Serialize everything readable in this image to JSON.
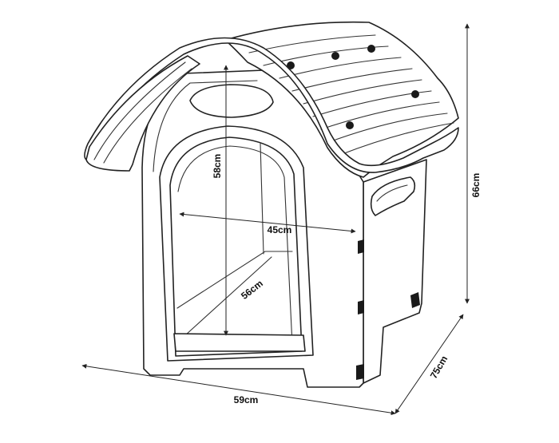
{
  "diagram": {
    "subject": "dog house",
    "colors": {
      "line": "#222222",
      "background": "#ffffff",
      "fill": "#ffffff"
    },
    "dimensions": {
      "overall_height": {
        "label": "66cm"
      },
      "width": {
        "label": "59cm"
      },
      "depth": {
        "label": "75cm"
      },
      "door_height": {
        "label": "58cm"
      },
      "door_width": {
        "label": "45cm"
      },
      "inner_depth": {
        "label": "56cm"
      }
    }
  }
}
